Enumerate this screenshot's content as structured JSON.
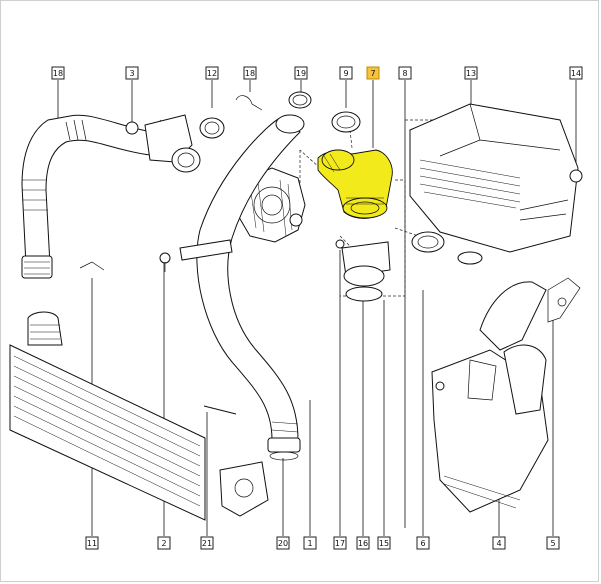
{
  "diagram": {
    "highlight_color": "#f5c242",
    "part_highlight_color": "#f2ea1a",
    "callouts": [
      {
        "id": "c18a",
        "label": "18"
      },
      {
        "id": "c3",
        "label": "3"
      },
      {
        "id": "c12",
        "label": "12"
      },
      {
        "id": "c18b",
        "label": "18"
      },
      {
        "id": "c19",
        "label": "19"
      },
      {
        "id": "c9",
        "label": "9"
      },
      {
        "id": "c7",
        "label": "7",
        "highlighted": true
      },
      {
        "id": "c8",
        "label": "8"
      },
      {
        "id": "c13",
        "label": "13"
      },
      {
        "id": "c14",
        "label": "14"
      },
      {
        "id": "c11",
        "label": "11"
      },
      {
        "id": "c2",
        "label": "2"
      },
      {
        "id": "c21",
        "label": "21"
      },
      {
        "id": "c20",
        "label": "20"
      },
      {
        "id": "c1",
        "label": "1"
      },
      {
        "id": "c17",
        "label": "17"
      },
      {
        "id": "c16",
        "label": "16"
      },
      {
        "id": "c15",
        "label": "15"
      },
      {
        "id": "c6",
        "label": "6"
      },
      {
        "id": "c4",
        "label": "4"
      },
      {
        "id": "c5",
        "label": "5"
      }
    ]
  }
}
